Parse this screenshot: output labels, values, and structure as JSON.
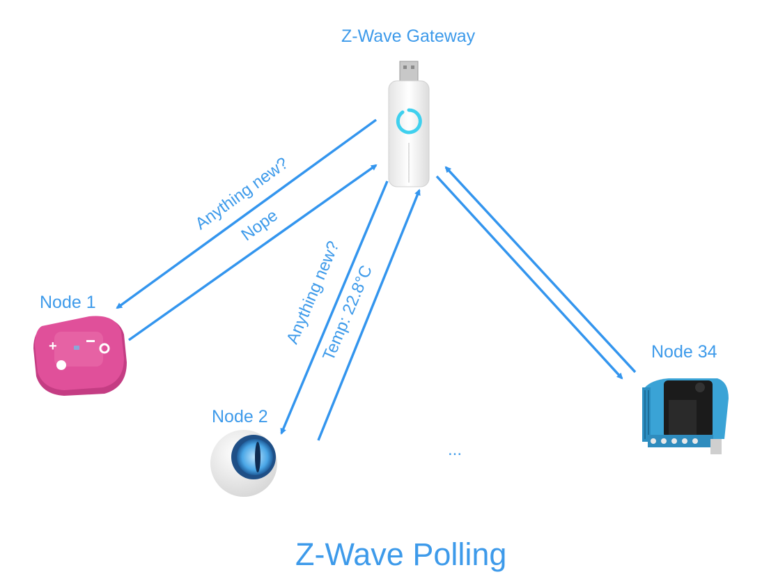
{
  "title": "Z-Wave Polling",
  "gateway": {
    "label": "Z-Wave Gateway"
  },
  "nodes": [
    {
      "label": "Node 1"
    },
    {
      "label": "Node 2"
    },
    {
      "label": "Node 34"
    }
  ],
  "ellipsis": "...",
  "messages": {
    "node1_query": "Anything new?",
    "node1_reply": "Nope",
    "node2_query": "Anything new?",
    "node2_reply": "Temp: 22.8°C"
  },
  "colors": {
    "accent": "#3d9aea",
    "arrow": "#3395ee",
    "gateway_ring": "#3fd0ee",
    "node1_body": "#e0509a",
    "node34_body": "#3aa3d6"
  }
}
